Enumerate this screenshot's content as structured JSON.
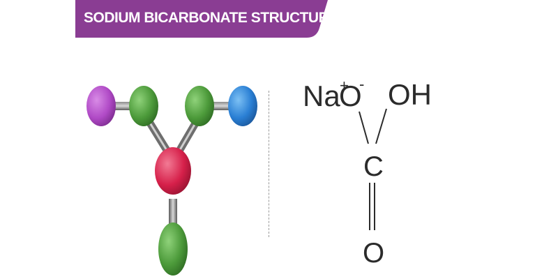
{
  "title": "SODIUM BICARBONATE STRUCTURE",
  "colors": {
    "banner": "#8a3d93",
    "sodium_atom": "#b04ac6",
    "oxygen_atom": "#4c9a3a",
    "hydrogen_atom": "#2a7fd4",
    "carbon_atom": "#d6204a",
    "bond": "#6e6e6e",
    "text": "#2b2b2b"
  },
  "formula": {
    "na_label": "Na",
    "na_charge": "+",
    "o_minus_label": "O",
    "o_minus_charge": "-",
    "oh_label": "OH",
    "c_label": "C",
    "o_label": "O"
  }
}
